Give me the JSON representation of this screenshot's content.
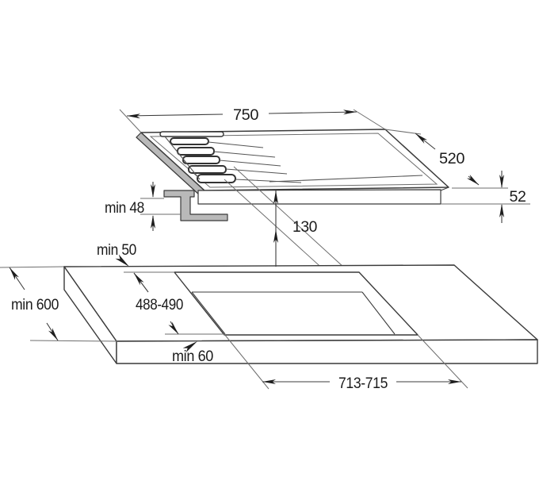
{
  "labels": {
    "hob_width": "750",
    "hob_depth": "520",
    "hob_height": "52",
    "worktop_clamp_thickness": "min 48",
    "clearance_below_hob": "130",
    "rear_clearance": "min 50",
    "worktop_depth": "min 600",
    "cutout_depth": "488-490",
    "front_clearance": "min 60",
    "cutout_width": "713-715"
  },
  "colors": {
    "line": "#3a3a3a",
    "bracket_grey": "#b9b9b9",
    "background": "#ffffff"
  }
}
